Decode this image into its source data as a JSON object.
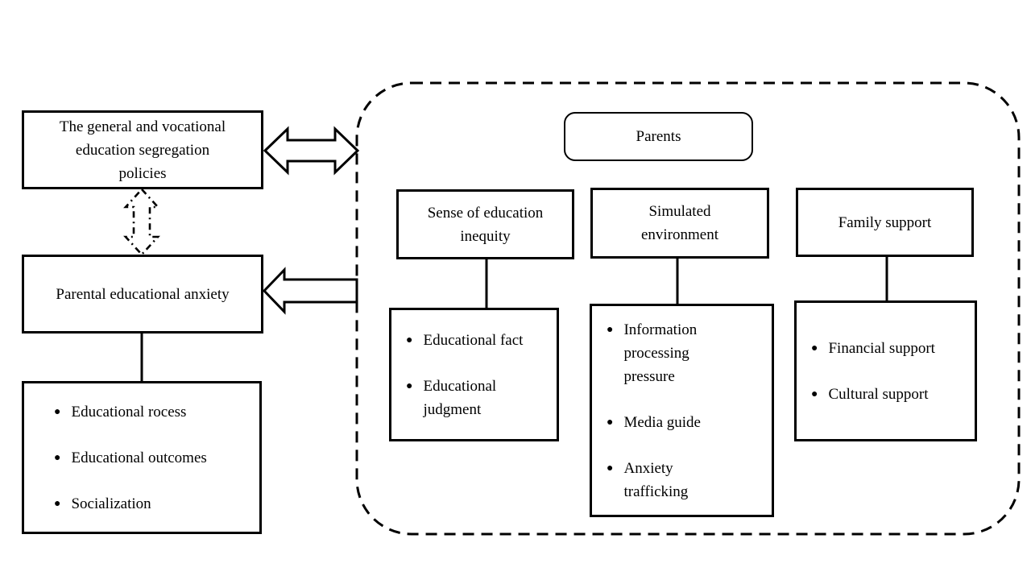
{
  "bullet_glyph": "●",
  "left_column": {
    "policy_box_label": "The general and vocational\neducation segregation\npolicies",
    "anxiety_box_label": "Parental educational anxiety",
    "outcome_items": [
      "Educational rocess",
      "Educational outcomes",
      "Socialization"
    ]
  },
  "parents_panel": {
    "parents_box_label": "Parents",
    "groups": [
      {
        "header": "Sense of education\ninequity",
        "items": [
          "Educational fact",
          "Educational judgment"
        ]
      },
      {
        "header": "Simulated\nenvironment",
        "items": [
          "Information processing pressure",
          "Media guide",
          "Anxiety trafficking"
        ]
      },
      {
        "header": "Family support",
        "items": [
          "Financial support",
          "Cultural support"
        ]
      }
    ]
  },
  "colors": {
    "line_color": "#000000",
    "background": "#ffffff"
  }
}
